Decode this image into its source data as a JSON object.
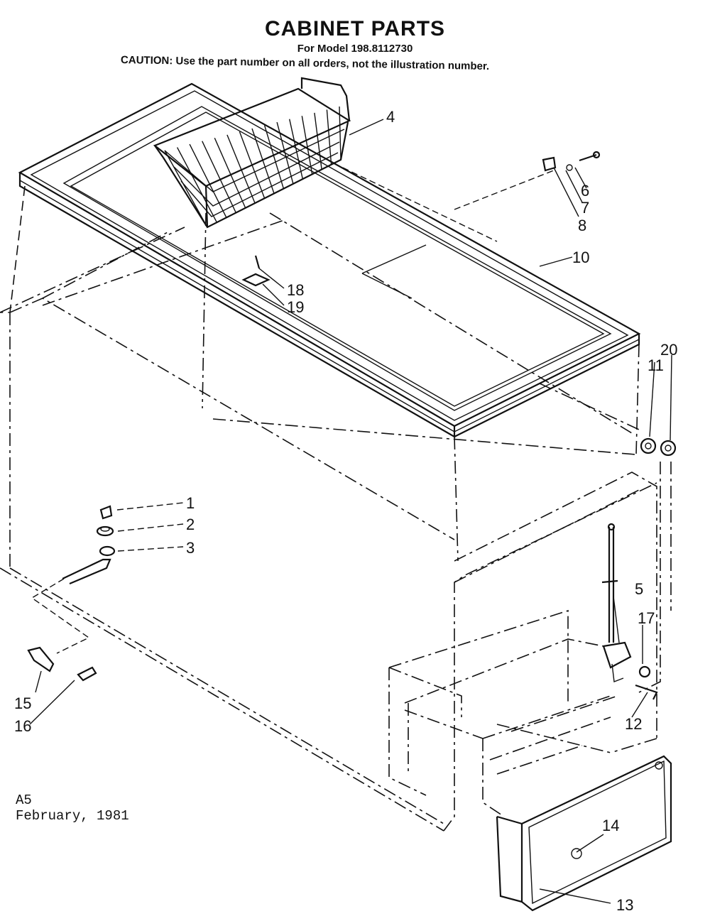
{
  "header": {
    "title": "CABINET PARTS",
    "model": "For Model 198.8112730",
    "caution": "CAUTION: Use the part number on all orders, not the illustration number."
  },
  "footer": {
    "code": "A5",
    "date": "February, 1981"
  },
  "callouts": {
    "c1": "1",
    "c2": "2",
    "c3": "3",
    "c4": "4",
    "c5": "5",
    "c6": "6",
    "c7": "7",
    "c8": "8",
    "c10": "10",
    "c11": "11",
    "c12": "12",
    "c13": "13",
    "c14": "14",
    "c15": "15",
    "c16": "16",
    "c17": "17",
    "c18": "18",
    "c19": "19",
    "c20": "20"
  }
}
